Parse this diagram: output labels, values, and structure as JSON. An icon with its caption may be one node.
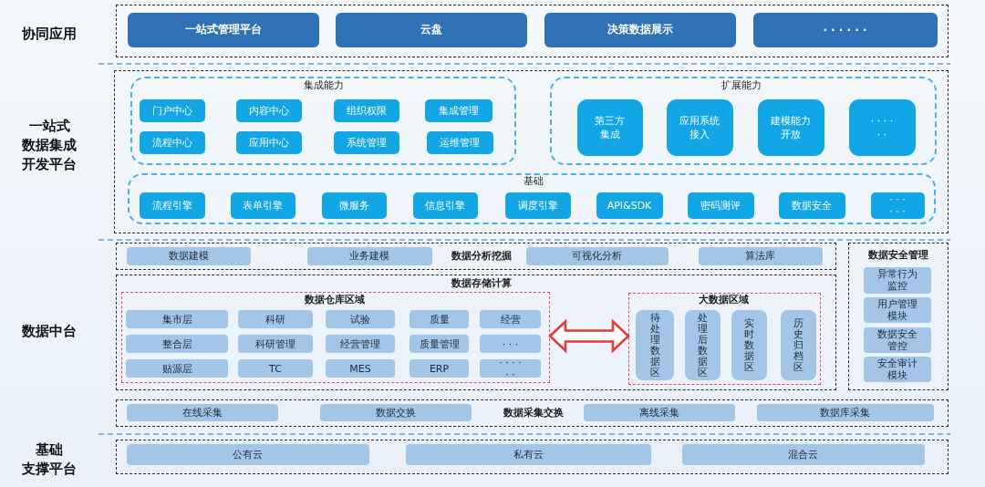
{
  "diagram": {
    "nodes": [
      {
        "text": [],
        "shape": "box"
      },
      {
        "text": [
          "一站式管理平台"
        ],
        "in": 0
      },
      {
        "text": [
          "云盘"
        ],
        "in": 0
      },
      {
        "text": [
          "决策数据展示"
        ],
        "in": 0
      },
      {
        "text": [
          "· · · · · ·"
        ],
        "in": 0
      },
      {
        "text": [],
        "shape": "box"
      },
      {
        "text": [
          "集成能力"
        ],
        "in": 5
      },
      {
        "text": [
          "门户中心"
        ],
        "in": 6
      },
      {
        "text": [
          "内容中心"
        ],
        "in": 6
      },
      {
        "text": [
          "组织权限"
        ],
        "in": 6
      },
      {
        "text": [
          "集成管理"
        ],
        "in": 6
      },
      {
        "text": [
          "流程中心"
        ],
        "in": 6
      },
      {
        "text": [
          "应用中心"
        ],
        "in": 6
      },
      {
        "text": [
          "系统管理"
        ],
        "in": 6
      },
      {
        "text": [
          "运维管理"
        ],
        "in": 6
      },
      {
        "text": [
          "扩展能力"
        ],
        "in": 5
      },
      {
        "text": [
          "第三方集成"
        ],
        "in": 15
      },
      {
        "text": [
          "应用系统接入"
        ],
        "in": 15
      },
      {
        "text": [
          "建模能力开放"
        ],
        "in": 15
      },
      {
        "text": [
          "· · · · · ·"
        ],
        "in": 15
      },
      {
        "text": [
          "基础"
        ],
        "in": 5
      },
      {
        "text": [
          "流程引擎"
        ],
        "in": 20
      },
      {
        "text": [
          "表单引擎"
        ],
        "in": 20
      },
      {
        "text": [
          "微服务"
        ],
        "in": 20
      },
      {
        "text": [
          "信息引擎"
        ],
        "in": 20
      },
      {
        "text": [
          "调度引擎"
        ],
        "in": 20
      },
      {
        "text": [
          "API&SDK"
        ],
        "in": 20
      },
      {
        "text": [
          "密码测评"
        ],
        "in": 20
      },
      {
        "text": [
          "数据安全"
        ],
        "in": 20
      },
      {
        "text": [
          "· · · · · ·"
        ],
        "in": 20
      },
      {
        "text": [
          "数据分析挖掘"
        ]
      },
      {
        "text": [
          "数据建模"
        ],
        "in": 30
      },
      {
        "text": [
          "业务建模"
        ],
        "in": 30
      },
      {
        "text": [
          "可视化分析"
        ],
        "in": 30
      },
      {
        "text": [
          "算法库"
        ],
        "in": 30
      },
      {
        "text": [
          "数据存储计算"
        ]
      },
      {
        "text": [
          "数据仓库区域"
        ],
        "in": 35
      },
      {
        "text": [
          "集市层"
        ],
        "in": 36
      },
      {
        "text": [
          "科研"
        ],
        "in": 36
      },
      {
        "text": [
          "试验"
        ],
        "in": 36
      },
      {
        "text": [
          "质量"
        ],
        "in": 36
      },
      {
        "text": [
          "经营"
        ],
        "in": 36
      },
      {
        "text": [
          "整合层"
        ],
        "in": 36
      },
      {
        "text": [
          "科研管理"
        ],
        "in": 36
      },
      {
        "text": [
          "经营管理"
        ],
        "in": 36
      },
      {
        "text": [
          "质量管理"
        ],
        "in": 36
      },
      {
        "text": [
          "· · ·"
        ],
        "in": 36
      },
      {
        "text": [
          "贴源层"
        ],
        "in": 36
      },
      {
        "text": [
          "TC"
        ],
        "in": 36
      },
      {
        "text": [
          "MES"
        ],
        "in": 36
      },
      {
        "text": [
          "ERP"
        ],
        "in": 36
      },
      {
        "text": [
          "· · · · · ·"
        ],
        "in": 36
      },
      {
        "text": [
          "大数据区域"
        ],
        "in": 35
      },
      {
        "text": [
          "待处理数据区"
        ],
        "in": 52
      },
      {
        "text": [
          "处理后数据区"
        ],
        "in": 52
      },
      {
        "text": [
          "实时数据区"
        ],
        "in": 52
      },
      {
        "text": [
          "历史归档区"
        ],
        "in": 52
      },
      {
        "text": [
          "数据安全管理"
        ]
      },
      {
        "text": [
          "异常行为监控"
        ],
        "in": 57
      },
      {
        "text": [
          "用户管理模块"
        ],
        "in": 57
      },
      {
        "text": [
          "数据安全管控"
        ],
        "in": 57
      },
      {
        "text": [
          "安全审计模块"
        ],
        "in": 57
      },
      {
        "text": [
          "数据采集交换"
        ]
      },
      {
        "text": [
          "在线采集"
        ],
        "in": 62
      },
      {
        "text": [
          "数据交换"
        ],
        "in": 62
      },
      {
        "text": [
          "离线采集"
        ],
        "in": 62
      },
      {
        "text": [
          "数据库采集"
        ],
        "in": 62
      },
      {
        "text": [],
        "shape": "box"
      },
      {
        "text": [
          "公有云"
        ],
        "in": 67
      },
      {
        "text": [
          "私有云"
        ],
        "in": 67
      },
      {
        "text": [
          "混合云"
        ],
        "in": 67
      }
    ],
    "edges": [
      {
        "from": 36,
        "to": 52,
        "arrow": "both",
        "color": "#e53935"
      }
    ],
    "labels": [
      "协同应用",
      "一站式数据集成开发平台",
      "数据中台",
      "基础支撑平台"
    ]
  }
}
